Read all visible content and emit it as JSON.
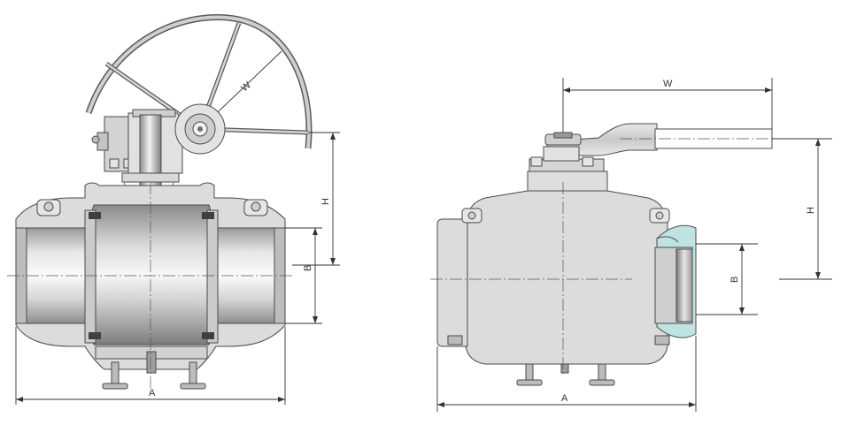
{
  "front_view": {
    "labels": {
      "handwheel": "W",
      "height": "H",
      "bore": "B",
      "length": "A"
    }
  },
  "side_view": {
    "labels": {
      "lever": "W",
      "height": "H",
      "bore": "B",
      "length": "A"
    }
  },
  "colors": {
    "body": "#dcdcdc",
    "bore_light": "#f4f4f4",
    "bore_dark": "#a8a8a8",
    "seat_accent": "#bfe3e0",
    "outline": "#4a4a4a",
    "dimension": "#333333"
  }
}
